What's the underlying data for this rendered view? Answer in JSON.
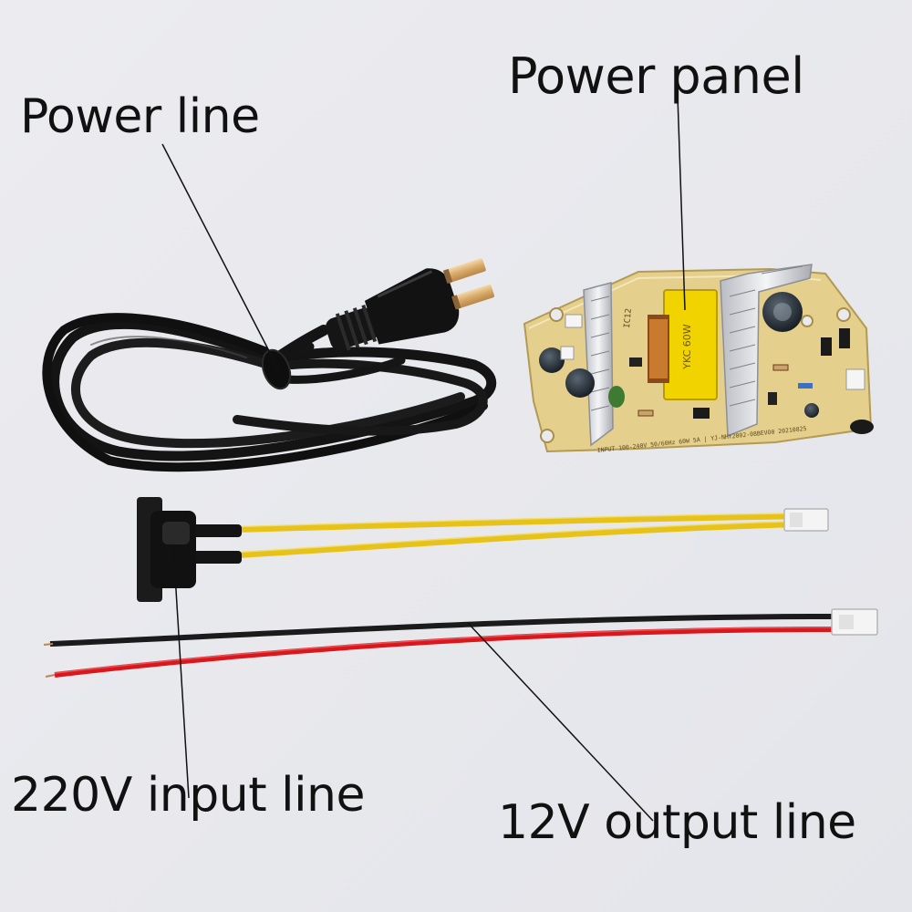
{
  "labels": {
    "power_line": "Power line",
    "power_panel": "Power panel",
    "input_line": "220V input line",
    "output_line": "12V output line"
  },
  "board": {
    "transformer_marking": "YKC 60W",
    "silk_ic": "IC12",
    "silk_bottom": "INPUT 100-240V 50/60Hz 60W 5A | YJ-NHY2002-08BEVO0 20210825"
  },
  "colors": {
    "background": "#e9eaee",
    "board": "#e4cf8c",
    "transformer": "#f1d300",
    "cable": "#141414",
    "yellow_wire": "#e6c21b",
    "red_wire": "#d9181e",
    "black_wire": "#1b1b1b"
  }
}
